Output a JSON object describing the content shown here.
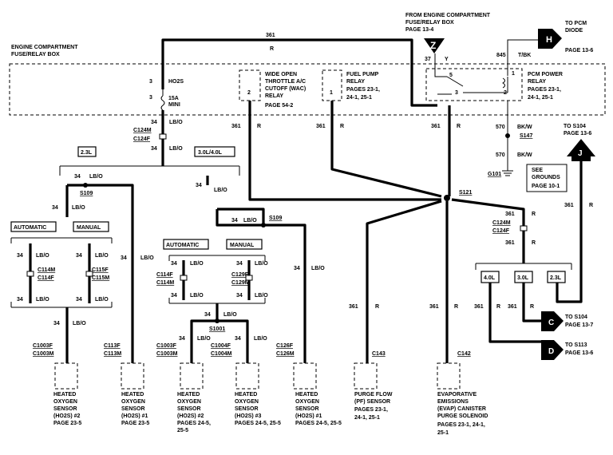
{
  "header": {
    "engine_fuse_box_line1": "ENGINE COMPARTMENT",
    "engine_fuse_box_line2": "FUSE/RELAY BOX",
    "from_engine_line1": "FROM ENGINE COMPARTMENT",
    "from_engine_line2": "FUSE/RELAY BOX",
    "from_engine_page": "PAGE 13-4",
    "to_pcm_line1": "TO PCM",
    "to_pcm_line2": "DIODE",
    "to_pcm_page": "PAGE 13-6"
  },
  "connectors": {
    "Z": "Z",
    "H": "H",
    "J": "J",
    "C": "C",
    "D": "D"
  },
  "fuse": {
    "circuit_3a": "3",
    "circuit_3b": "3",
    "name": "HO2S",
    "rating_line1": "15A",
    "rating_line2": "MINI"
  },
  "relays": {
    "wac_line1": "WIDE OPEN",
    "wac_line2": "THROTTLE A/C",
    "wac_line3": "CUTOFF (WAC)",
    "wac_line4": "RELAY",
    "wac_page": "PAGE 54-2",
    "wac_pin": "2",
    "fuel_line1": "FUEL PUMP",
    "fuel_line2": "RELAY",
    "fuel_line3": "PAGES 23-1,",
    "fuel_line4": "24-1,  25-1",
    "fuel_pin": "1",
    "pcm_line1": "PCM POWER",
    "pcm_line2": "RELAY",
    "pcm_line3": "PAGES 23-1,",
    "pcm_line4": "24-1,  25-1",
    "pcm_pin5": "5",
    "pcm_pin1": "1",
    "pcm_pin3": "3",
    "pcm_pin2": "2"
  },
  "wires": {
    "w361": "361",
    "R": "R",
    "w37": "37",
    "Y": "Y",
    "w845": "845",
    "TBK": "T/BK",
    "w570": "570",
    "BKW": "BK/W",
    "w34": "34",
    "LBO": "LB/O"
  },
  "splices": {
    "S147": "S147",
    "S121": "S121",
    "S109a": "S109",
    "S109b": "S109",
    "S1001": "S1001",
    "G101": "G101"
  },
  "inline_connectors": {
    "C124M_top": "C124M",
    "C124F_top": "C124F",
    "C124M_right": "C124M",
    "C124F_right": "C124F",
    "C114M": "C114M",
    "C114F": "C114F",
    "C115F": "C115F",
    "C115M": "C115M",
    "C114F_b": "C114F",
    "C114M_b": "C114M",
    "C129F": "C129F",
    "C129M": "C129M",
    "C1003F_a": "C1003F",
    "C1003M_a": "C1003M",
    "C113F": "C113F",
    "C113M": "C113M",
    "C1003F_b": "C1003F",
    "C1003M_b": "C1003M",
    "C1004F": "C1004F",
    "C1004M": "C1004M",
    "C126F": "C126F",
    "C126M": "C126M",
    "C143": "C143",
    "C142": "C142"
  },
  "selectors": {
    "l23": "2.3L",
    "l30_40": "3.0L/4.0L",
    "automatic": "AUTOMATIC",
    "manual": "MANUAL",
    "l40": "4.0L",
    "l30": "3.0L",
    "l23_right": "2.3L"
  },
  "to_notes": {
    "s104_top_line1": "TO S104",
    "s104_top_page": "PAGE 13-6",
    "s104_c": "TO S104",
    "s104_c_page": "PAGE 13-7",
    "s113_d": "TO S113",
    "s113_d_page": "PAGE 13-6",
    "grounds_line1": "SEE",
    "grounds_line2": "GROUNDS",
    "grounds_page": "PAGE 10-1"
  },
  "components": {
    "ho2s2_l1": "HEATED",
    "ho2s2_l2": "OXYGEN",
    "ho2s2_l3": "SENSOR",
    "ho2s2_l4": "(HO2S) #2",
    "ho2s2_l5": "PAGE 23-5",
    "ho2s1_l1": "HEATED",
    "ho2s1_l2": "OXYGEN",
    "ho2s1_l3": "SENSOR",
    "ho2s1_l4": "(HO2S) #1",
    "ho2s1_l5": "PAGE 23-5",
    "ho2s2b_l1": "HEATED",
    "ho2s2b_l2": "OXYGEN",
    "ho2s2b_l3": "SENSOR",
    "ho2s2b_l4": "(HO2S) #2",
    "ho2s2b_l5": "PAGES 24-5,",
    "ho2s2b_l6": "25-5",
    "ho2s3_l1": "HEATED",
    "ho2s3_l2": "OXYGEN",
    "ho2s3_l3": "SENSOR",
    "ho2s3_l4": "(HO2S) #3",
    "ho2s3_l5": "PAGES 24-5,  25-5",
    "ho2s1b_l1": "HEATED",
    "ho2s1b_l2": "OXYGEN",
    "ho2s1b_l3": "SENSOR",
    "ho2s1b_l4": "(HO2S) #1",
    "ho2s1b_l5": "PAGES 24-5,  25-5",
    "pf_l1": "PURGE FLOW",
    "pf_l2": "(PF)  SENSOR",
    "pf_l3": "PAGES 23-1,",
    "pf_l4": "24-1,  25-1",
    "evap_l1": "EVAPORATIVE",
    "evap_l2": "EMISSIONS",
    "evap_l3": "(EVAP)  CANISTER",
    "evap_l4": "PURGE SOLENOID",
    "evap_l5": "PAGES 23-1,  24-1,",
    "evap_l6": "25-1"
  }
}
